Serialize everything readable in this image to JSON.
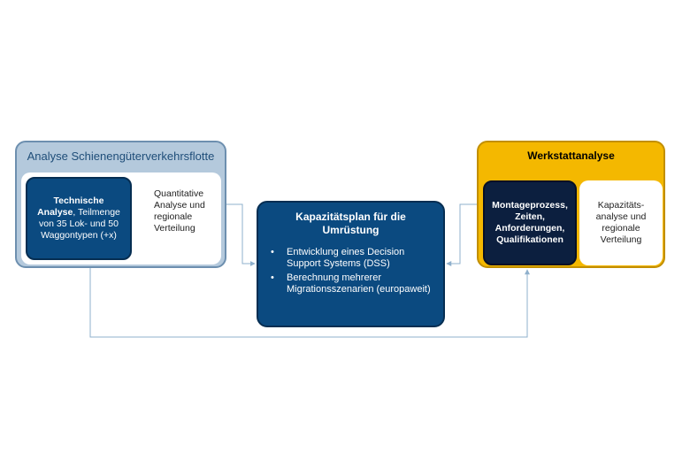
{
  "colors": {
    "navy_box": "#0b4a80",
    "dark_navy_box": "#0c1f3f",
    "left_group_fill": "#b4c9dc",
    "right_group_fill": "#f4b800",
    "connector": "#8fb0cc"
  },
  "left_group": {
    "title": "Analyse Schienengüterverkehrsflotte",
    "dark_box": {
      "bold": "Technische\nAnalyse",
      "rest": ", Teilmenge von 35 Lok- und 50 Waggontypen (+x)"
    },
    "side_text": "Quantitative\nAnalyse und\nregionale\nVerteilung"
  },
  "center_box": {
    "title": "Kapazitätsplan für die\nUmrüstung",
    "bullets": [
      "Entwicklung eines Decision Support Systems (DSS)",
      "Berechnung mehrerer Migrationsszenarien (europaweit)"
    ],
    "bullet_glyph": "•"
  },
  "right_group": {
    "title": "Werkstattanalyse",
    "dark_box": "Montageprozess,\nZeiten,\nAnforderungen,\nQualifikationen",
    "white_box": "Kapazitäts-\nanalyse und\nregionale\nVerteilung"
  }
}
